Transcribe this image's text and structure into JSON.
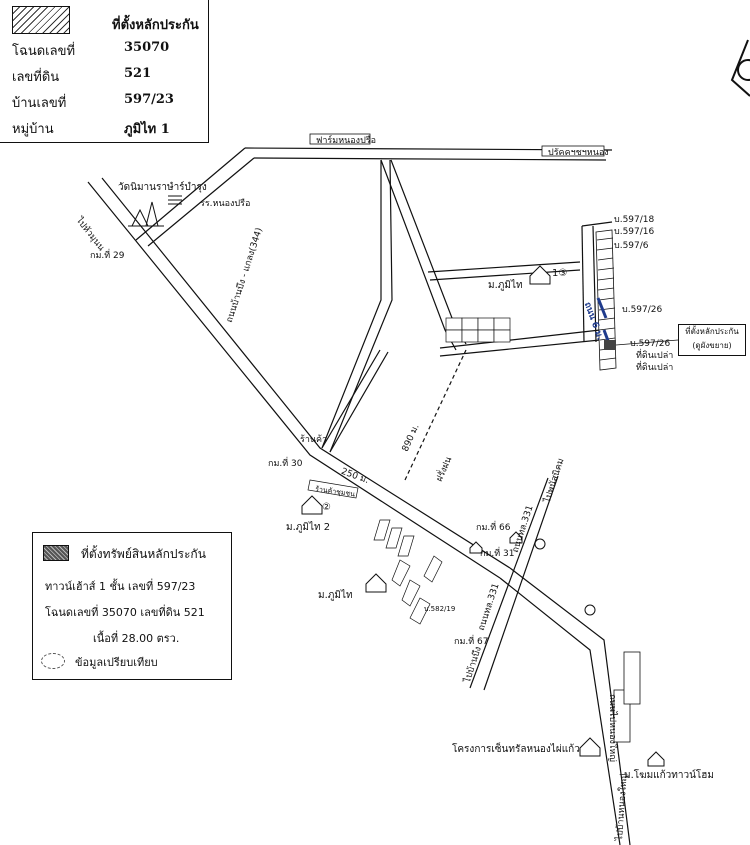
{
  "info_box": {
    "title": "ที่ตั้งหลักประกัน",
    "rows": [
      {
        "label": "โฉนดเลขที่",
        "value": "35070"
      },
      {
        "label": "เลขที่ดิน",
        "value": "521"
      },
      {
        "label": "บ้านเลขที่",
        "value": "597/23"
      },
      {
        "label": "หมู่บ้าน",
        "value": "ภูมิไท 1"
      }
    ]
  },
  "legend": {
    "title": "ที่ตั้งทรัพย์สินหลักประกัน",
    "line1": "ทาวน์เฮ้าส์ 1 ชั้น เลขที่ 597/23",
    "line2": "โฉนดเลขที่ 35070 เลขที่ดิน 521",
    "line3": "เนื้อที่ 28.00 ตรว.",
    "note": "ข้อมูลเปรียบเทียบ"
  },
  "labels": {
    "farm": "ฟาร์มหนองปรือ",
    "road_top_right": "ปรัคคฯชฯหนอง",
    "temple": "วัดนิมานราษำร์บำรุง",
    "school": "รร.หนองปรือ",
    "highway_left": "ไปหัวมุนน",
    "km29": "กม.ที่ 29",
    "main_road": "ถนนบ้านบึง - แกลง(344)",
    "village_top": "ม.ภูมิไท",
    "village_top_num": "1③",
    "house_597_18": "บ.597/18",
    "house_597_16": "บ.597/16",
    "house_597_6": "บ.597/6",
    "house_597_26a": "บ.597/26",
    "house_597_26b": "บ.597/26",
    "vacant1": "ที่ดินเปล่า",
    "vacant2": "ที่ดินเปล่า",
    "collateral_site": "ที่ตั้งหลักประกัน",
    "collateral_sub": "(ดูผังขยาย)",
    "shrine": "ร้านค้า",
    "km30": "กม.ที่ 30",
    "dist_250": "250 ม.",
    "dist_890": "890 ม.",
    "shop_row": "ร้านค้าชุมชน",
    "village2": "ม.ภูมิไท 2",
    "village2_num": "②",
    "village3": "ม.ภูมิไท",
    "km66": "กม.ที่ 66",
    "km31": "กม.ที่ 31",
    "km67": "กม.ที่ 67",
    "road331_a": "ถนนทล.331",
    "road331_b": "ถนนทล.331",
    "to_phanat": "ไปพนัสนิคม",
    "to_banbueng": "ไปบ้านบึง",
    "soi": "บ.582/19",
    "project": "โครงการเซ็นทรัลหนองไผ่แก้ว",
    "mooban": "ม.โฆมแก้วทาวน์โฮม",
    "to_nongyai": "ไปบ้านหนองใหญ่",
    "side_label": "ถนนไปหนองใหญ่",
    "dip_1": "ฝรั่งฝน",
    "blue_mark": "ถนน 6 ม."
  },
  "colors": {
    "ink": "#111111",
    "blue": "#1f3b8c",
    "hatch": "#555555"
  }
}
